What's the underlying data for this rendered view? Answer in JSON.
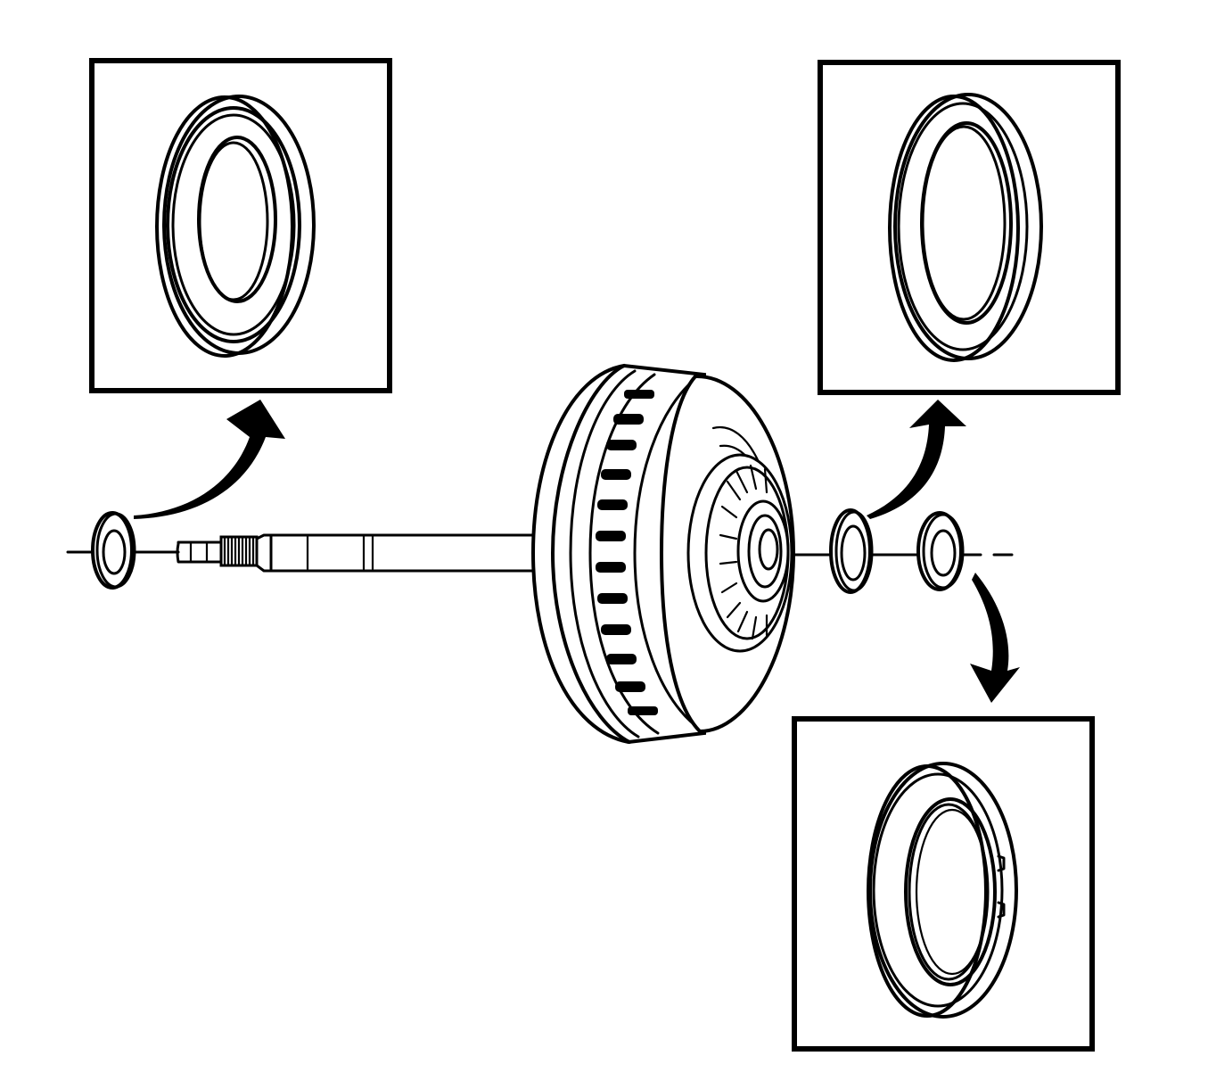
{
  "figure": {
    "type": "exploded-assembly-illustration",
    "background_color": "#ffffff",
    "line_color": "#000000",
    "callouts": [
      {
        "part": "shaft-end-thrust-washer",
        "detail": "left"
      },
      {
        "part": "inner-thrust-bearing",
        "detail": "top-right"
      },
      {
        "part": "outer-thrust-washer",
        "detail": "bottom-right"
      }
    ]
  }
}
